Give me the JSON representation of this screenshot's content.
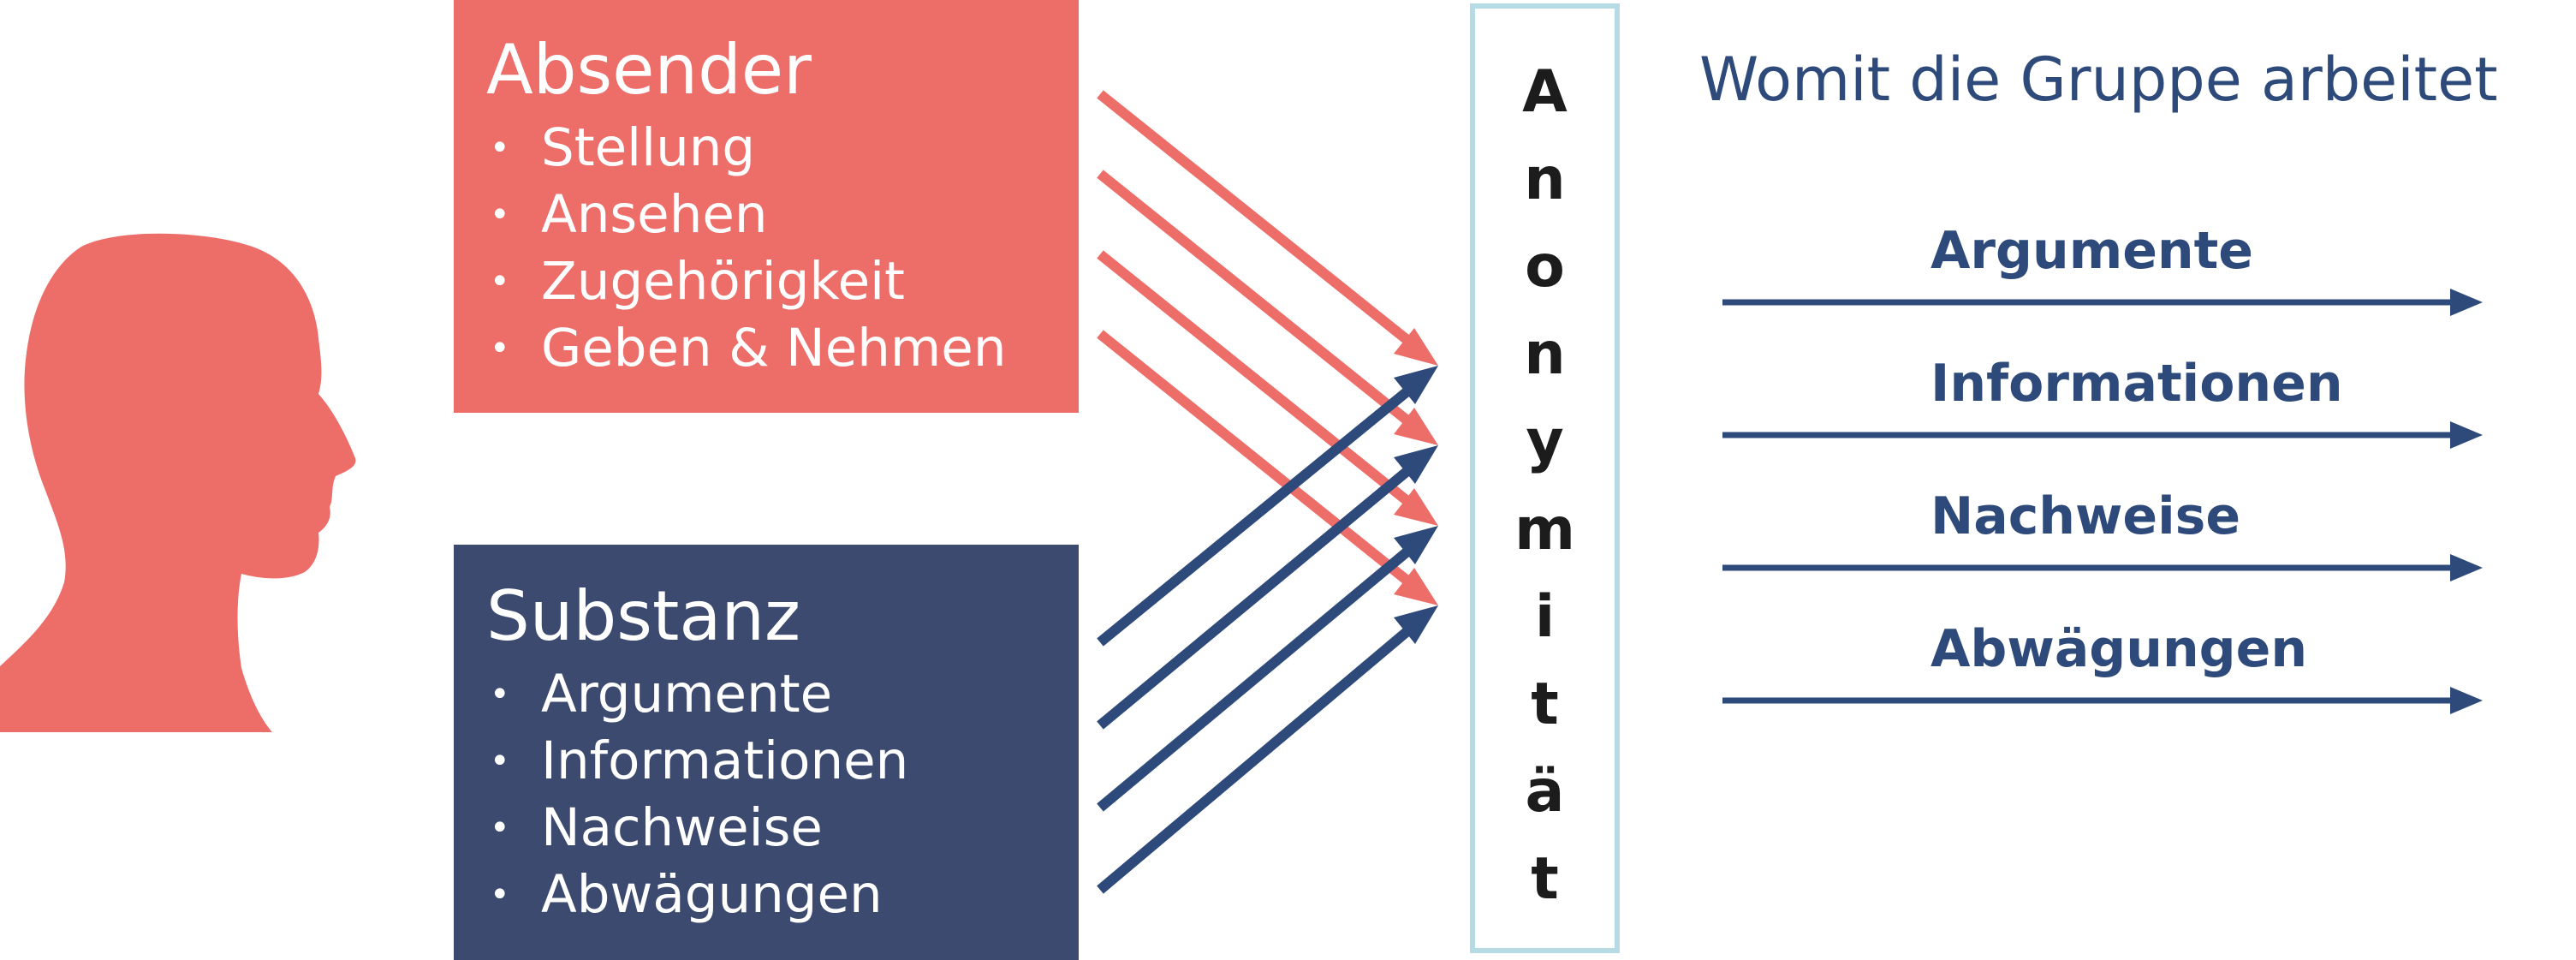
{
  "colors": {
    "sender": "#ed6d69",
    "substance": "#3b4a6e",
    "right_arrows": "#2e4a7a",
    "anonymity_border": "#b7dbe4"
  },
  "sender": {
    "title": "Absender",
    "items": [
      "Stellung",
      "Ansehen",
      "Zugehörigkeit",
      "Geben & Nehmen"
    ]
  },
  "substance": {
    "title": "Substanz",
    "items": [
      "Argumente",
      "Informationen",
      "Nachweise",
      "Abwägungen"
    ]
  },
  "bullet": "•",
  "anonymity": {
    "letters": [
      "A",
      "n",
      "o",
      "n",
      "y",
      "m",
      "i",
      "t",
      "ä",
      "t"
    ]
  },
  "group": {
    "heading": "Womit die Gruppe arbeitet",
    "items": [
      "Argumente",
      "Informationen",
      "Nachweise",
      "Abwägungen"
    ]
  },
  "icons": {
    "person": "head-silhouette-icon"
  }
}
